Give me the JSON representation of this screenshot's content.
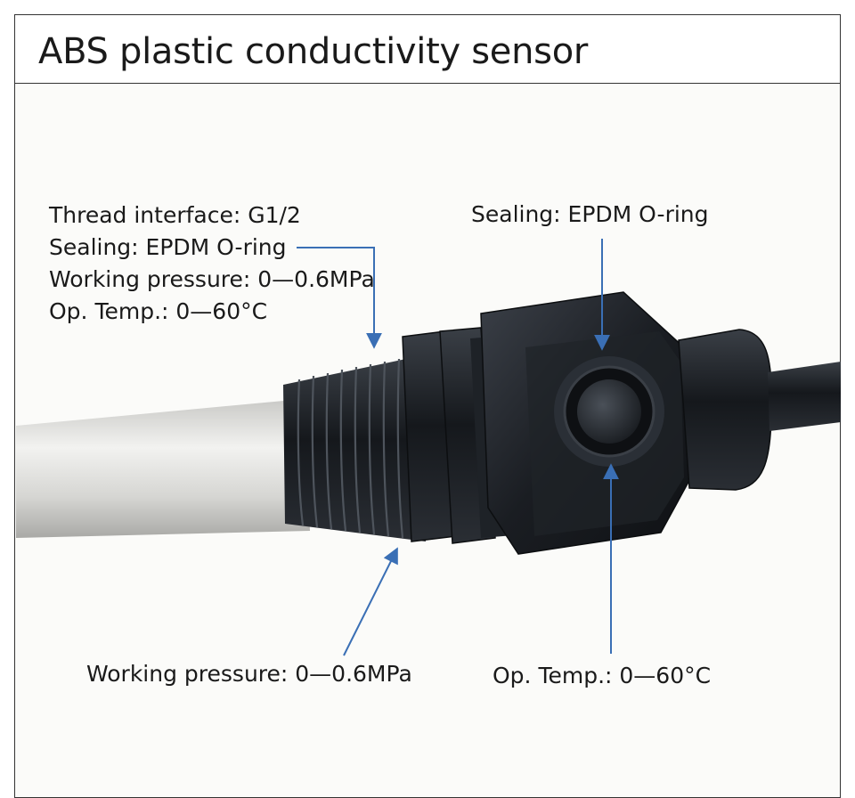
{
  "title": "ABS plastic conductivity sensor",
  "spec_list": [
    "Thread interface: G1/2",
    "Sealing: EPDM O-ring",
    "Working pressure: 0—0.6MPa",
    "Op. Temp.: 0—60°C"
  ],
  "callouts": {
    "sealing_top": "Sealing: EPDM O-ring",
    "working_pressure_bottom": "Working pressure: 0—0.6MPa",
    "op_temp_bottom": "Op. Temp.: 0—60°C"
  },
  "colors": {
    "arrow": "#3a6fb5",
    "tube": "#d9d9d6",
    "housing": "#1c1f24",
    "frame": "#333333"
  }
}
